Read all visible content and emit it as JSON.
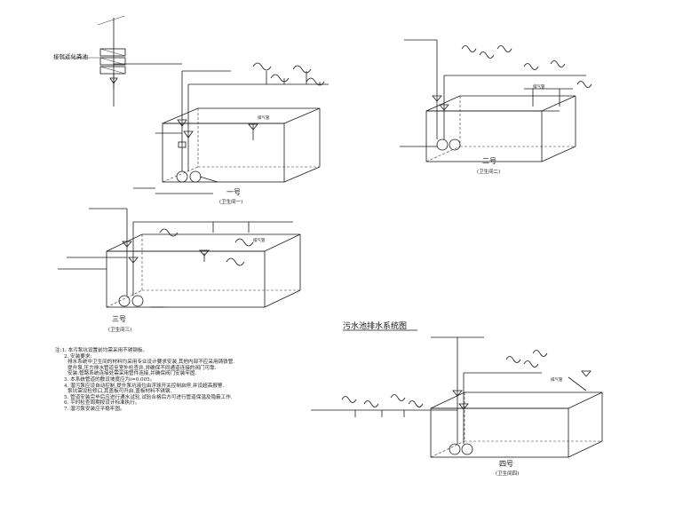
{
  "title": "污水池排水系统图",
  "side_label": "接就近化粪池",
  "tanks": [
    {
      "name": "一号",
      "sub": "(卫生间一)"
    },
    {
      "name": "二号",
      "sub": "(卫生间二)"
    },
    {
      "name": "三号",
      "sub": "(卫生间三)"
    },
    {
      "name": "四号",
      "sub": "(卫生间四)"
    }
  ],
  "small_labels": {
    "t1_tag": "排气管",
    "t2_tag": "排气管",
    "t3_tag": "排气管",
    "t4_tag": "排气管"
  },
  "notes": [
    "注:1. 本污泵坑设置前均需采用不锈钢板。",
    "2. 安装要求:",
    "排水系统中卫生间的材料均采用专业设计要求安装,其他内部不应采用铸铁管.",
    "提升泵,压力排水管道至室外检查井,并确保不同通道连接的阀门可靠.",
    "安装:管路系统连接处需采用管件连接,并确保阀门安装牢固.",
    "3. 本系统管道的敷设坡度应为i=0.005。",
    "4. 潜污泵应设自动控制,提升泵坑液位由浮球开关控制启停,并设超高报警.",
    "泵坑需设检修口,其盖板可开启,盖板材料不锈钢.",
    "5. 管道安装完毕后应进行通水试验,试验合格后方可进行管道保温及隐蔽工作.",
    "6. 平时检查周期按设计标准执行。",
    "7. 潜污泵安装应平稳牢固。"
  ]
}
